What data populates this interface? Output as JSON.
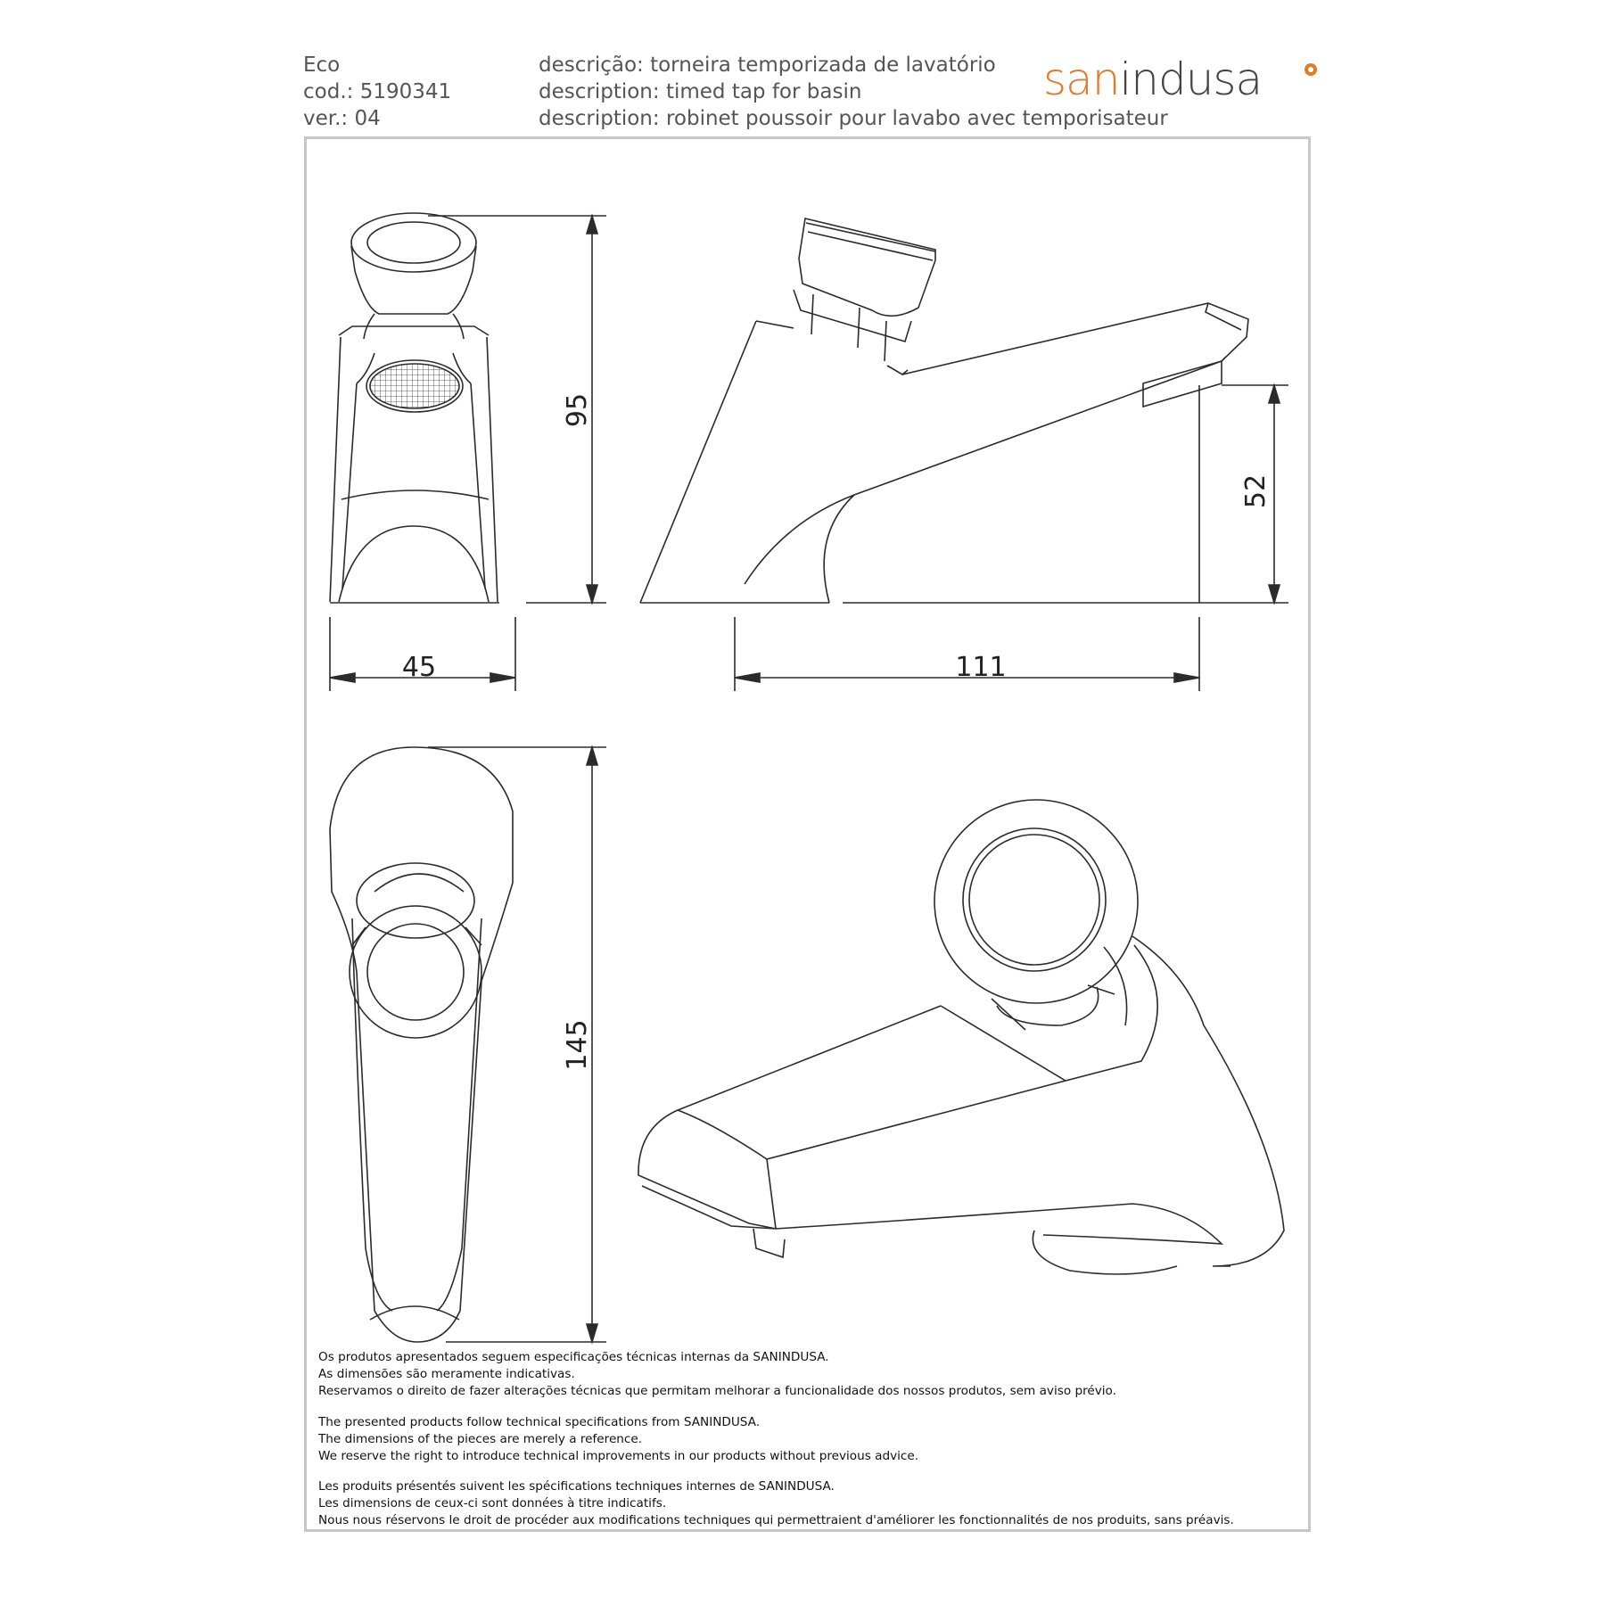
{
  "header": {
    "model": "Eco",
    "code": "cod.: 5190341",
    "version": "ver.: 04",
    "desc_pt": "descrição: torneira temporizada de lavatório",
    "desc_en": "description: timed tap for basin",
    "desc_fr": "description: robinet poussoir pour lavabo avec temporisateur"
  },
  "logo": {
    "part1": "san",
    "part2": "indusa",
    "accent_color": "#e07b2a",
    "icon": "circle-dot-logo-mark"
  },
  "dimensions": {
    "height_total": "95",
    "width": "45",
    "length": "111",
    "spout_height": "52",
    "plan_length": "145"
  },
  "notes": {
    "pt": [
      "Os produtos apresentados seguem especificações técnicas internas da SANINDUSA.",
      "As dimensões são meramente indicativas.",
      "Reservamos o direito de fazer alterações técnicas que permitam melhorar a funcionalidade dos nossos produtos, sem aviso prévio."
    ],
    "en": [
      "The presented products follow technical specifications from SANINDUSA.",
      "The dimensions of the pieces are merely a reference.",
      "We reserve the right to introduce technical improvements in our products without previous advice."
    ],
    "fr": [
      "Les produits présentés suivent les spécifications techniques internes de SANINDUSA.",
      "Les dimensions de ceux-ci sont données à titre indicatifs.",
      "Nous nous réservons le droit de procéder aux modifications techniques qui permettraient d'améliorer les fonctionnalités de nos produits, sans préavis."
    ]
  }
}
